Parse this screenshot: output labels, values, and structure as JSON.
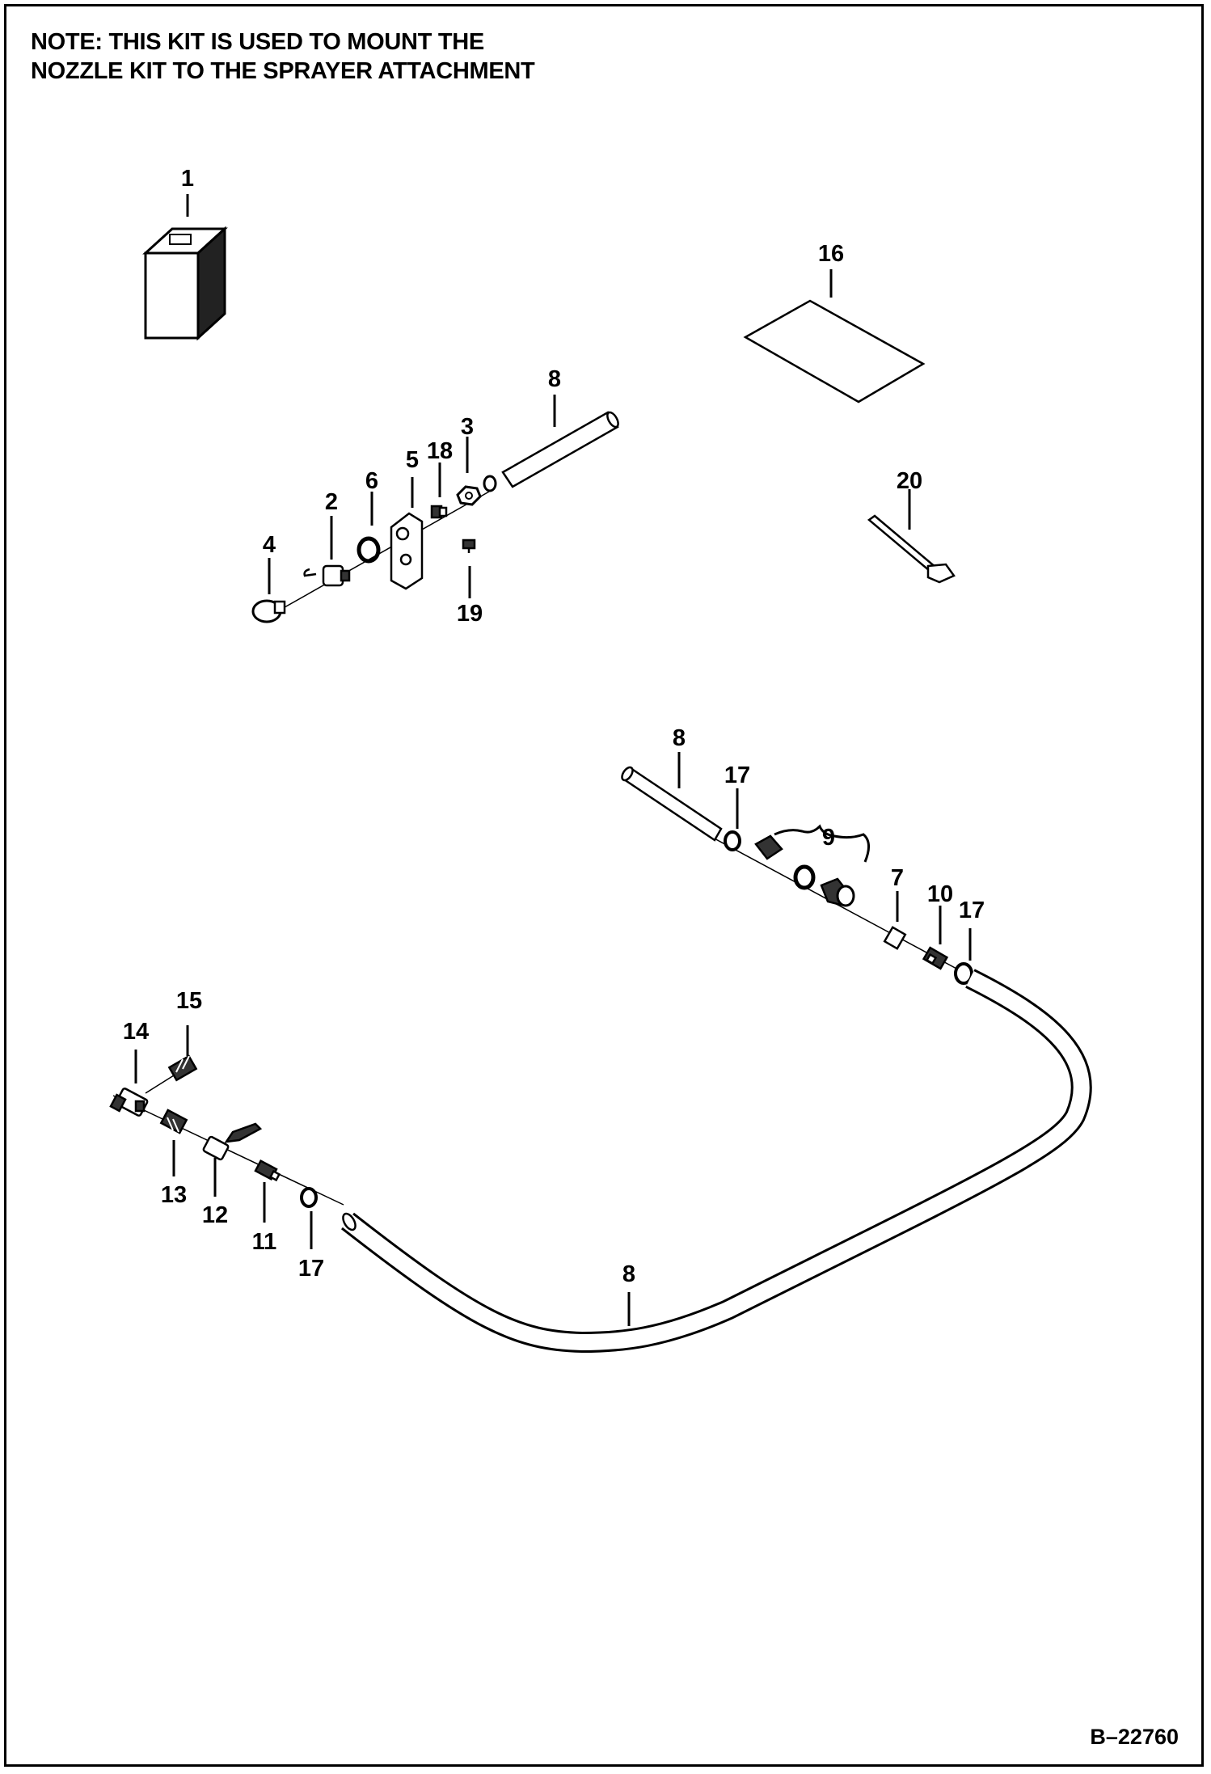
{
  "note": {
    "line1": "NOTE: THIS KIT IS USED TO MOUNT THE",
    "line2": "NOZZLE KIT TO THE SPRAYER ATTACHMENT"
  },
  "figure_ref": "B–22760",
  "callouts": {
    "c1": "1",
    "c2": "2",
    "c3": "3",
    "c4": "4",
    "c5": "5",
    "c6": "6",
    "c7": "7",
    "c8a": "8",
    "c8b": "8",
    "c8c": "8",
    "c9": "9",
    "c10": "10",
    "c11": "11",
    "c12": "12",
    "c13": "13",
    "c14": "14",
    "c15": "15",
    "c16": "16",
    "c17a": "17",
    "c17b": "17",
    "c17c": "17",
    "c18": "18",
    "c19": "19",
    "c20": "20"
  }
}
